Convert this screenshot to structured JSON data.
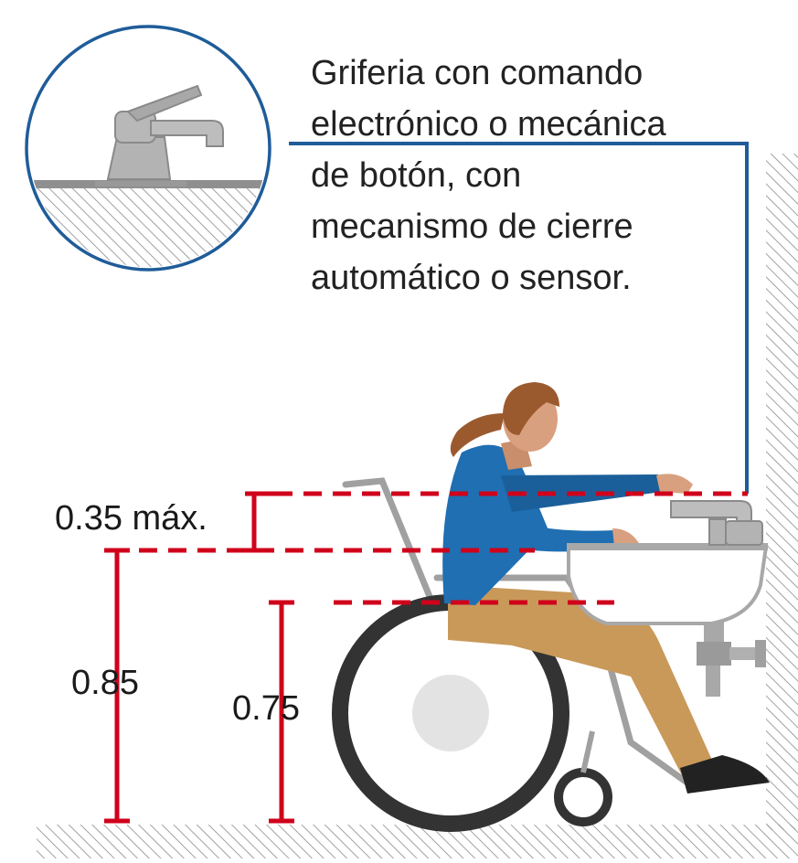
{
  "caption": {
    "lines": [
      "Griferia con comando",
      "electrónico o mecánica",
      "de botón, con",
      "mecanismo de cierre",
      "automático o sensor."
    ]
  },
  "dimensions": {
    "max_gap": "0.35 máx.",
    "sink_height": "0.85",
    "knee_clearance": "0.75"
  },
  "icons": {
    "detail": "faucet-detail-icon",
    "person": "wheelchair-user-icon",
    "sink": "washbasin-icon",
    "faucet": "faucet-icon",
    "drain": "drain-pipe-icon"
  },
  "colors": {
    "dimension_red": "#d0021b",
    "leader_blue": "#1f5c99",
    "shirt_blue": "#1f6fb2",
    "pants_tan": "#c9995a",
    "hair_brown": "#9b5a2e",
    "skin": "#d9a07f",
    "fixture_gray": "#a8a8a8",
    "wheel_dark": "#333333"
  }
}
